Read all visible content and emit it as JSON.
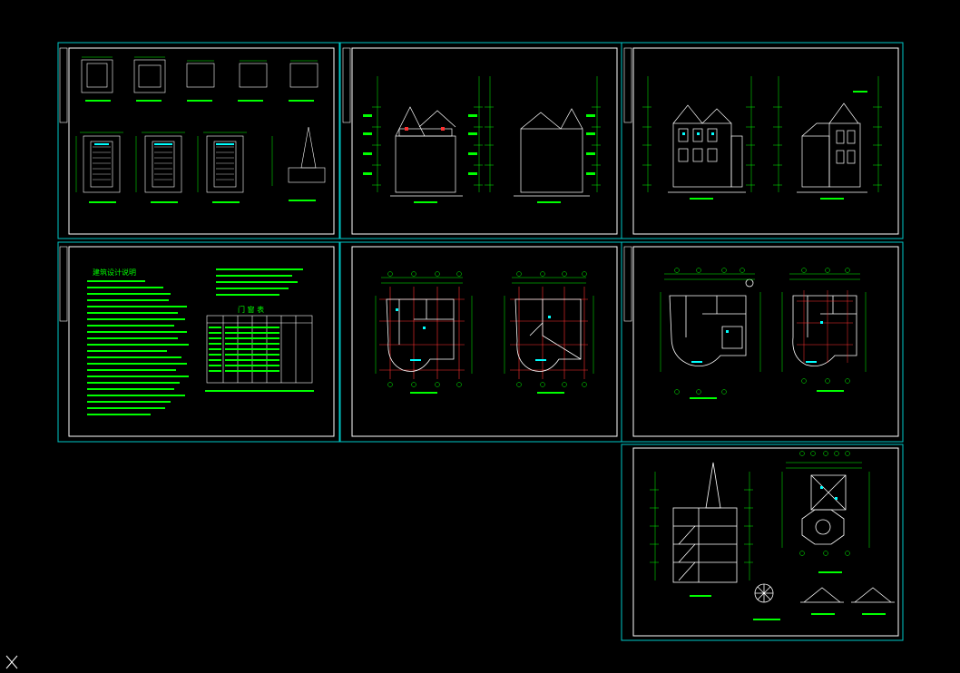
{
  "app": {
    "type": "cad-model-space",
    "background": "#000000",
    "frame_color": "#00c8c8",
    "drawing_color": "#ffffff",
    "annotation_color": "#00ff00",
    "accent_color": "#ff3030",
    "highlight_color": "#00ffff"
  },
  "sheets": [
    {
      "id": "stair-details",
      "content": "stairs-and-toilet-details"
    },
    {
      "id": "elevations-a",
      "content": "front-and-side-elevations"
    },
    {
      "id": "elevations-b",
      "content": "rear-and-side-elevations"
    },
    {
      "id": "design-notes",
      "content": "design-notes-and-door-window-schedule"
    },
    {
      "id": "plans-a",
      "content": "floor-plans-1"
    },
    {
      "id": "plans-b",
      "content": "floor-plans-2"
    },
    {
      "id": "section-roof",
      "content": "section-and-roof-plan"
    }
  ],
  "notes_sheet": {
    "notes_title": "建筑设计说明",
    "table_title": "门 窗 表"
  },
  "ucs_icon": "X"
}
